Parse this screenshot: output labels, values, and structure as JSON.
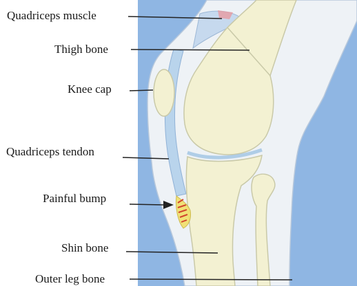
{
  "labels": {
    "quadriceps_muscle": "Quadriceps muscle",
    "thigh_bone": "Thigh bone",
    "knee_cap": "Knee cap",
    "quadriceps_tendon": "Quadriceps tendon",
    "painful_bump": "Painful bump",
    "shin_bone": "Shin bone",
    "outer_leg_bone": "Outer leg bone"
  },
  "colors": {
    "background_blue": "#8fb6e3",
    "leg_skin": "#eef2f6",
    "bone": "#f3f1d2",
    "bone_outline": "#c9c9a8",
    "tendon": "#b9d4ec",
    "inflammation": "#d2452e",
    "leader_line": "#222222"
  }
}
